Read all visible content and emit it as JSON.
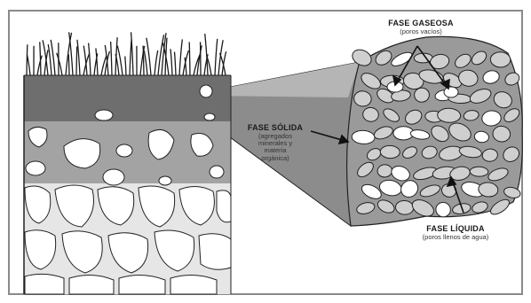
{
  "labels": {
    "gaseous": {
      "title": "FASE GASEOSA",
      "sub": "(poros vacíos)"
    },
    "solid": {
      "title": "FASE SÓLIDA",
      "sub": [
        "(agregados",
        "minerales y",
        "materia",
        "orgánica)"
      ]
    },
    "liquid": {
      "title": "FASE LÍQUIDA",
      "sub": "(poros llenos de agua)"
    }
  },
  "colors": {
    "frame": "#7a7a7a",
    "topsoil": "#6e6e6e",
    "subsoil": "#a3a3a3",
    "lower": "#e6e6e6",
    "stones": "#ffffff",
    "aggregate": "#cfcfcf",
    "ink": "#1a1a1a"
  }
}
